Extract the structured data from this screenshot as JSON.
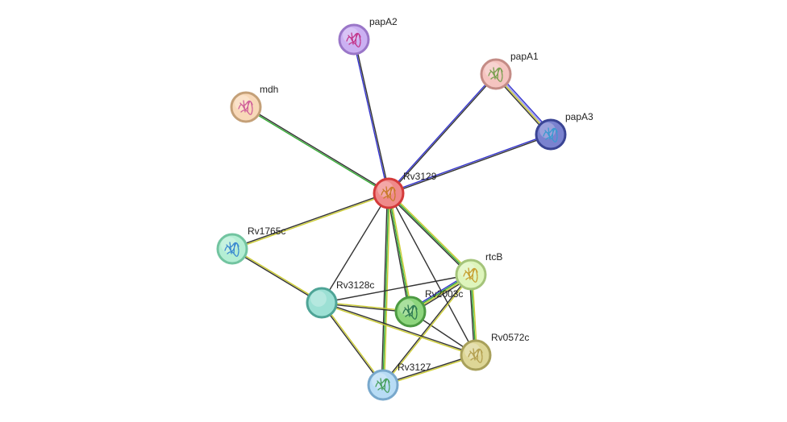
{
  "network": {
    "nodes": [
      {
        "id": "Rv3129",
        "label": "Rv3129",
        "color": "#ef8a8a",
        "border": "#d43a3a",
        "glyph": "#c97a2a"
      },
      {
        "id": "papA2",
        "label": "papA2",
        "color": "#cbb0f2",
        "border": "#9a76c8",
        "glyph": "#c2368c"
      },
      {
        "id": "papA1",
        "label": "papA1",
        "color": "#f5c4c0",
        "border": "#c48c86",
        "glyph": "#7aa050"
      },
      {
        "id": "papA3",
        "label": "papA3",
        "color": "#7a82cf",
        "border": "#3a4494",
        "glyph": "#3c9ad0"
      },
      {
        "id": "mdh",
        "label": "mdh",
        "color": "#f8d8b8",
        "border": "#c4a078",
        "glyph": "#d0609a"
      },
      {
        "id": "Rv1765c",
        "label": "Rv1765c",
        "color": "#b4eed4",
        "border": "#72c4a0",
        "glyph": "#3a8ad0"
      },
      {
        "id": "rtcB",
        "label": "rtcB",
        "color": "#def5bc",
        "border": "#a4c47a",
        "glyph": "#c6a030"
      },
      {
        "id": "Rv3128c",
        "label": "Rv3128c",
        "color": "#9ce0d4",
        "border": "#4ea496",
        "glyph": ""
      },
      {
        "id": "Rv2003c",
        "label": "Rv2003c",
        "color": "#8ed67e",
        "border": "#4c9a42",
        "glyph": "#2e7a52"
      },
      {
        "id": "Rv0572c",
        "label": "Rv0572c",
        "color": "#ddd696",
        "border": "#a8a05a",
        "glyph": "#b4a050"
      },
      {
        "id": "Rv3127",
        "label": "Rv3127",
        "color": "#b8dcf5",
        "border": "#78a8cc",
        "glyph": "#48a060"
      }
    ],
    "edges": [
      {
        "source": "Rv3129",
        "target": "papA2",
        "colors": [
          "#3333cc",
          "#333333"
        ]
      },
      {
        "source": "Rv3129",
        "target": "papA1",
        "colors": [
          "#3333cc",
          "#333333"
        ]
      },
      {
        "source": "Rv3129",
        "target": "papA3",
        "colors": [
          "#3333cc",
          "#333333"
        ]
      },
      {
        "source": "papA1",
        "target": "papA3",
        "colors": [
          "#3333cc",
          "#9999ee",
          "#cccc33",
          "#333333"
        ]
      },
      {
        "source": "Rv3129",
        "target": "mdh",
        "colors": [
          "#33aa33",
          "#333333"
        ]
      },
      {
        "source": "Rv3129",
        "target": "Rv1765c",
        "colors": [
          "#cccc33",
          "#333333"
        ]
      },
      {
        "source": "Rv3129",
        "target": "Rv3128c",
        "colors": [
          "#333333"
        ]
      },
      {
        "source": "Rv3129",
        "target": "Rv2003c",
        "colors": [
          "#cccc33",
          "#33aa33",
          "#333333"
        ]
      },
      {
        "source": "Rv3129",
        "target": "rtcB",
        "colors": [
          "#cccc33",
          "#33aa33",
          "#333333"
        ]
      },
      {
        "source": "Rv3129",
        "target": "Rv0572c",
        "colors": [
          "#333333"
        ]
      },
      {
        "source": "Rv3129",
        "target": "Rv3127",
        "colors": [
          "#cccc33",
          "#33aa33",
          "#333333"
        ]
      },
      {
        "source": "Rv1765c",
        "target": "Rv3128c",
        "colors": [
          "#cccc33",
          "#333333"
        ]
      },
      {
        "source": "Rv3128c",
        "target": "Rv2003c",
        "colors": [
          "#cccc33",
          "#333333"
        ]
      },
      {
        "source": "Rv3128c",
        "target": "rtcB",
        "colors": [
          "#333333"
        ]
      },
      {
        "source": "Rv3128c",
        "target": "Rv3127",
        "colors": [
          "#cccc33",
          "#333333"
        ]
      },
      {
        "source": "Rv2003c",
        "target": "rtcB",
        "colors": [
          "#3333cc",
          "#33aa33",
          "#cccc33",
          "#333333"
        ]
      },
      {
        "source": "Rv2003c",
        "target": "Rv0572c",
        "colors": [
          "#333333"
        ]
      },
      {
        "source": "rtcB",
        "target": "Rv0572c",
        "colors": [
          "#cccc33",
          "#33aa33",
          "#333333"
        ]
      },
      {
        "source": "rtcB",
        "target": "Rv3127",
        "colors": [
          "#cccc33",
          "#333333"
        ]
      },
      {
        "source": "Rv0572c",
        "target": "Rv3127",
        "colors": [
          "#cccc33",
          "#333333"
        ]
      },
      {
        "source": "Rv0572c",
        "target": "Rv3128c",
        "colors": [
          "#cccc33",
          "#333333"
        ]
      }
    ]
  }
}
